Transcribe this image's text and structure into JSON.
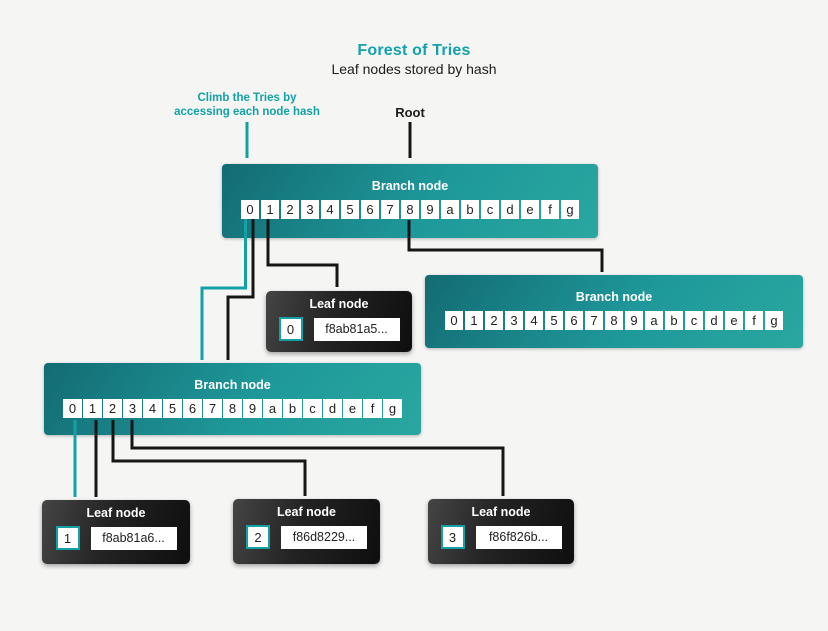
{
  "colors": {
    "accent_teal": "#13a1a6",
    "arrow_black": "#161616",
    "background": "#f5f5f4",
    "branch_gradient_dark": "#136b73",
    "branch_gradient_light": "#2aa7a0",
    "leaf_gradient_dark": "#0e0e0e",
    "leaf_gradient_light": "#454545"
  },
  "header": {
    "title": "Forest of Tries",
    "subtitle": "Leaf nodes stored by hash"
  },
  "annotations": {
    "climb_line1": "Climb the Tries by",
    "climb_line2": "accessing each node hash",
    "root": "Root"
  },
  "branch_cells": [
    "0",
    "1",
    "2",
    "3",
    "4",
    "5",
    "6",
    "7",
    "8",
    "9",
    "a",
    "b",
    "c",
    "d",
    "e",
    "f",
    "g"
  ],
  "branch_nodes": {
    "top": {
      "label": "Branch node"
    },
    "right": {
      "label": "Branch node"
    },
    "lower": {
      "label": "Branch node"
    }
  },
  "leaf_nodes": {
    "root_leaf": {
      "label": "Leaf node",
      "index": "0",
      "hash": "f8ab81a5..."
    },
    "leaf1": {
      "label": "Leaf node",
      "index": "1",
      "hash": "f8ab81a6..."
    },
    "leaf2": {
      "label": "Leaf node",
      "index": "2",
      "hash": "f86d8229..."
    },
    "leaf3": {
      "label": "Leaf node",
      "index": "3",
      "hash": "f86f826b..."
    }
  }
}
